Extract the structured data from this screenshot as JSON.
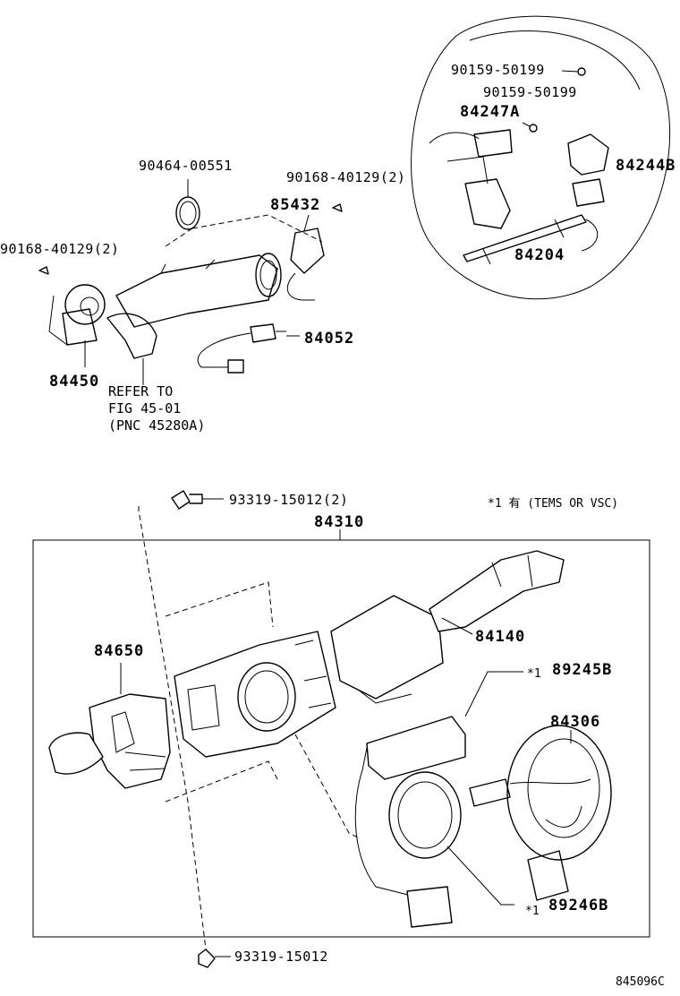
{
  "labels": {
    "p90159a": "90159-50199",
    "p90159b": "90159-50199",
    "p84247a": "84247A",
    "p84244b": "84244B",
    "p84204": "84204",
    "p90464": "90464-00551",
    "p90168r": "90168-40129(2)",
    "p85432": "85432",
    "p90168l": "90168-40129(2)",
    "p84052": "84052",
    "p84450": "84450",
    "ref_line1": "REFER TO",
    "ref_line2": "FIG 45-01",
    "ref_line3": "(PNC 45280A)",
    "p93319top": "93319-15012(2)",
    "note": "*1 有 (TEMS OR VSC)",
    "p84310": "84310",
    "p84650": "84650",
    "p84140": "84140",
    "p89245b": "89245B",
    "p84306": "84306",
    "p89246b": "89246B",
    "p93319bot": "93319-15012",
    "figure_code": "845096C",
    "mark1": "*1",
    "mark2": "*1"
  }
}
